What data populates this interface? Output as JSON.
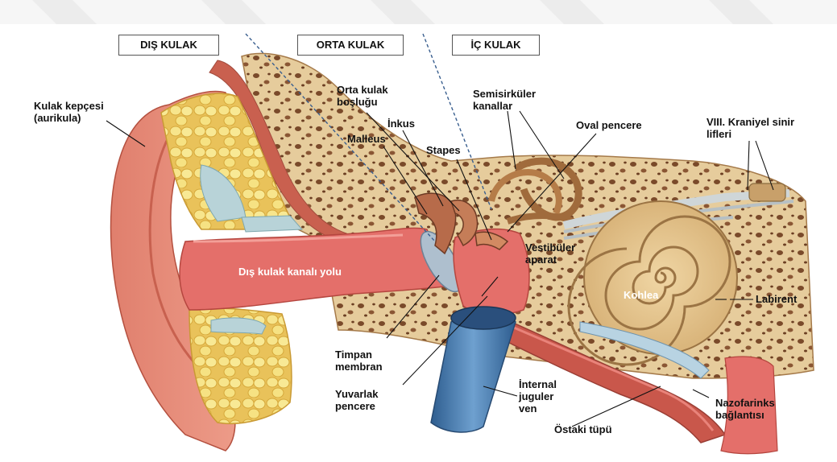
{
  "sections": {
    "outer": "DIŞ KULAK",
    "middle": "ORTA KULAK",
    "inner": "İÇ KULAK"
  },
  "labels": {
    "auricle_1": "Kulak kepçesi",
    "auricle_2": "(aurikula)",
    "middle_cavity_1": "Orta kulak",
    "middle_cavity_2": "boşluğu",
    "incus": "İnkus",
    "malleus": "Malleus",
    "stapes": "Stapes",
    "semicircular_1": "Semisirküler",
    "semicircular_2": "kanallar",
    "oval_window": "Oval pencere",
    "cranial_nerve_1": "VIII. Kraniyel sinir",
    "cranial_nerve_2": "lifleri",
    "ear_canal": "Dış kulak kanalı yolu",
    "vestibular_1": "Vestibüler",
    "vestibular_2": "aparat",
    "cochlea": "Kohlea",
    "labyrinth": "Labirent",
    "tympanic_1": "Timpan",
    "tympanic_2": "membran",
    "round_window_1": "Yuvarlak",
    "round_window_2": "pencere",
    "jugular_1": "İnternal",
    "jugular_2": "juguler",
    "jugular_3": "ven",
    "eustachian": "Östaki tüpü",
    "nasopharynx_1": "Nazofarinks",
    "nasopharynx_2": "bağlantısı"
  },
  "colors": {
    "skin": "#e88f7c",
    "skin_dark": "#c9604f",
    "cartilage": "#f3d77a",
    "bone": "#e8cfa0",
    "bone_pore": "#7a4a2a",
    "vessel": "#4d7fb0",
    "canal": "#e46f6a",
    "cochlea": "#e9c98e"
  }
}
